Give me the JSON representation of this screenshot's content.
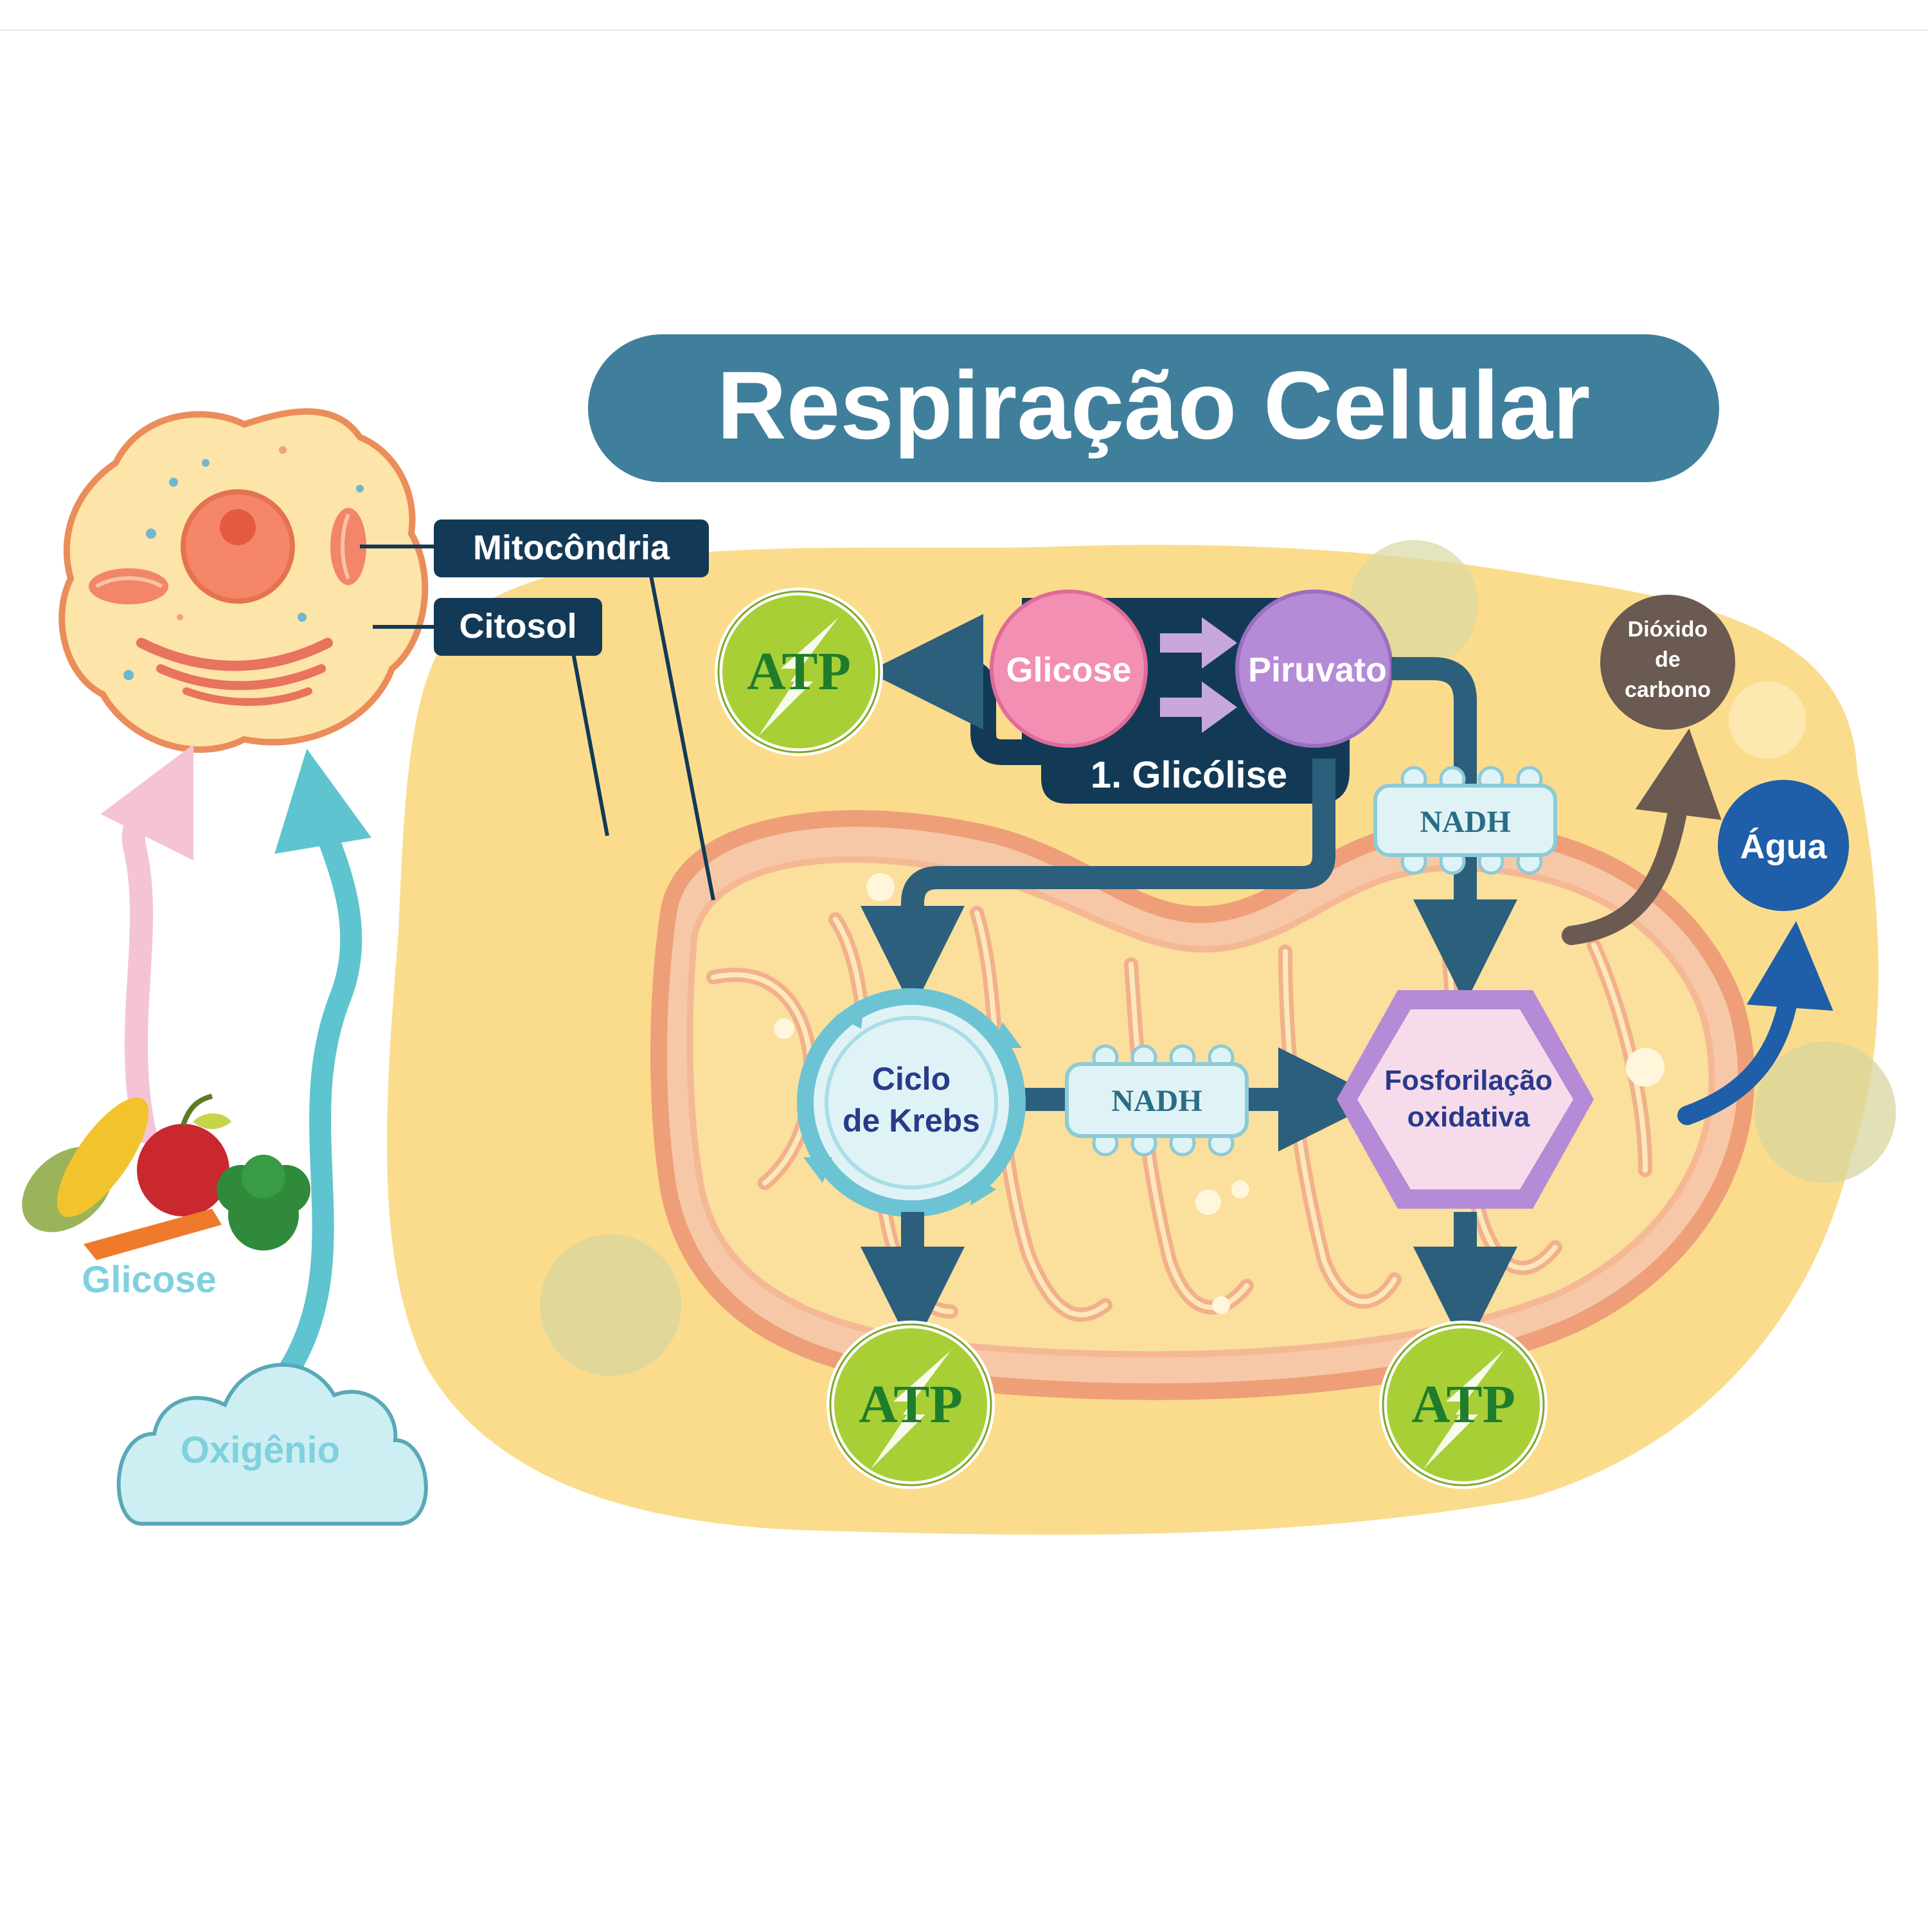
{
  "title": "Respiração Celular",
  "labels": {
    "mitocondria": "Mitocôndria",
    "citosol": "Citosol",
    "glicose_food": "Glicose",
    "oxigenio": "Oxigênio",
    "glicose": "Glicose",
    "piruvato": "Piruvato",
    "glicolise": "1. Glicólise",
    "nadh_top": "NADH",
    "nadh_mid": "NADH",
    "krebs_line1": "Ciclo",
    "krebs_line2": "de Krebs",
    "fosfo_line1": "Fosforilação",
    "fosfo_line2": "oxidativa",
    "dioxido_line1": "Dióxido",
    "dioxido_line2": "de",
    "dioxido_line3": "carbono",
    "agua": "Água",
    "atp_glicolise": "ATP",
    "atp_krebs": "ATP",
    "atp_fosfo": "ATP"
  },
  "colors": {
    "title_bg": "#3f7f9c",
    "dark_navy": "#123a57",
    "arrow_teal": "#2c5f7c",
    "atp_green": "#a8cf36",
    "atp_text": "#1e7d2c",
    "glicose_pink": "#f28fb3",
    "piruvato_purple": "#b58ad6",
    "dioxido_brown": "#6a5a52",
    "agua_blue": "#1f5ea8",
    "cytosol_yellow": "#fbdc8c",
    "mito_outer": "#f0a882"
  }
}
